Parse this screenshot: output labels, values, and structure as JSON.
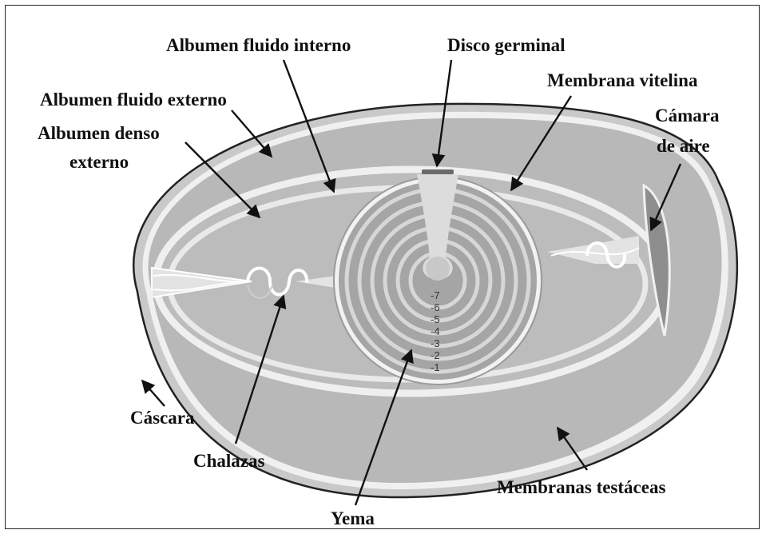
{
  "labels": {
    "albumen_fluido_interno": "Albumen fluido interno",
    "disco_germinal": "Disco germinal",
    "membrana_vitelina": "Membrana vitelina",
    "albumen_fluido_externo": "Albumen fluido externo",
    "camara_de_aire_line1": "Cámara",
    "camara_de_aire_line2": "de aire",
    "albumen_denso_externo_line1": "Albumen denso",
    "albumen_denso_externo_line2": "externo",
    "cascara": "Cáscara",
    "chalazas": "Chalazas",
    "membranas_testaceas": "Membranas testáceas",
    "yema": "Yema"
  },
  "yolk_layer_numbers": [
    "-7",
    "-6",
    "-5",
    "-4",
    "-3",
    "-2",
    "-1"
  ],
  "colors": {
    "shell": "#d4d4d4",
    "albumen": "#b9b9b9",
    "membrane": "#f1f1f1",
    "yolk_ring_dark": "#a6a6a6",
    "yolk_ring_light": "#d6d6d6",
    "air_cell": "#8e8e8e",
    "germinal_disc": "#6b6b6b"
  }
}
